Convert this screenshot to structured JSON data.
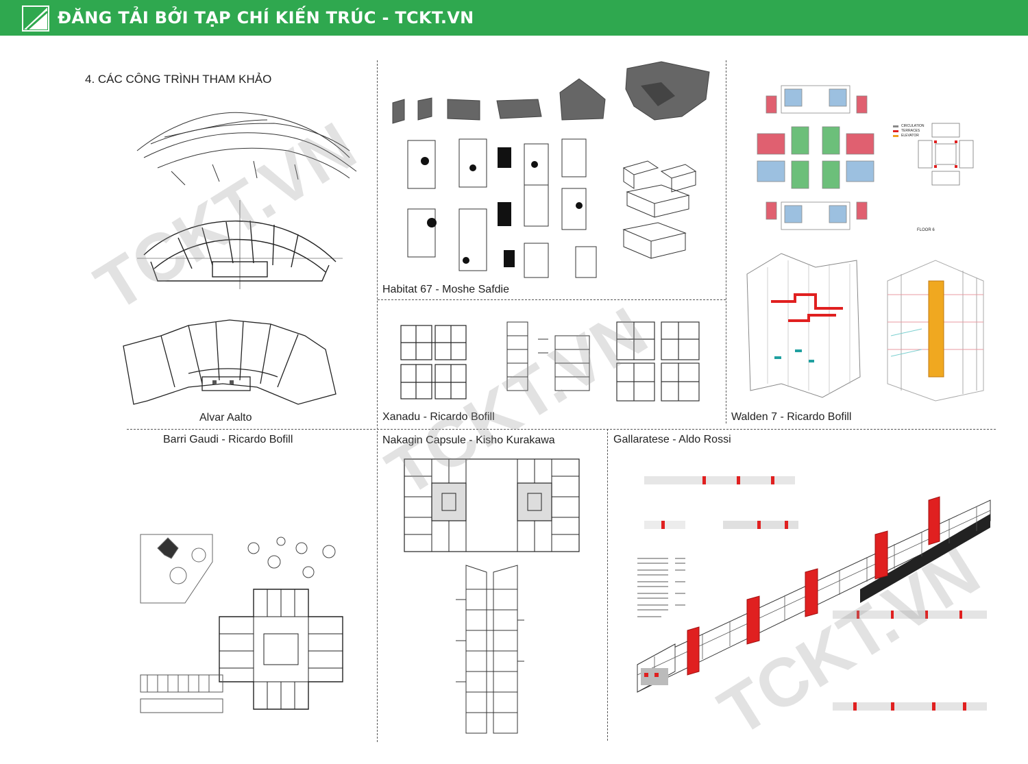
{
  "banner": {
    "title": "ĐĂNG TẢI BỞI TẠP CHÍ KIẾN TRÚC - TCKT.VN"
  },
  "section": {
    "heading": "4. CÁC CÔNG TRÌNH THAM KHẢO"
  },
  "references": [
    {
      "caption": "Alvar Aalto"
    },
    {
      "caption": "Habitat 67 - Moshe Safdie"
    },
    {
      "caption": "Xanadu - Ricardo Bofill"
    },
    {
      "caption": "Walden 7 - Ricardo Bofill"
    },
    {
      "caption": "Barri Gaudi - Ricardo Bofill"
    },
    {
      "caption": "Nakagin Capsule - Kisho Kurakawa"
    },
    {
      "caption": "Gallaratese - Aldo Rossi"
    }
  ],
  "walden_legend": [
    "CIRCULATION",
    "TERRACES",
    "ELEVATOR"
  ],
  "walden_floor_label": "FLOOR 6",
  "watermark": "TCKT.VN",
  "colors": {
    "banner": "#2fa84f",
    "accent_red": "#e02020",
    "accent_orange": "#f0a020",
    "accent_green": "#4caf70",
    "accent_blue": "#9cc0e0"
  }
}
